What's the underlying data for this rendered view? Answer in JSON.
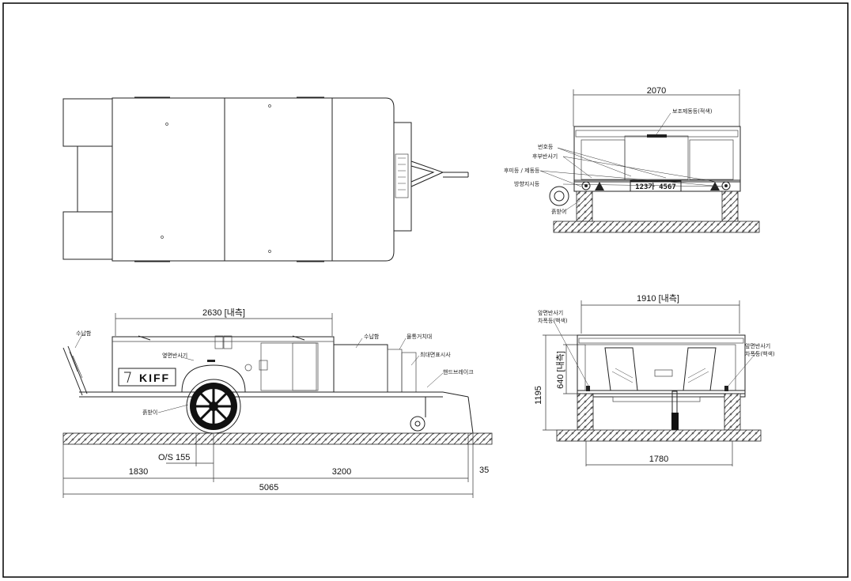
{
  "drawing": {
    "top_view": {},
    "rear_view": {
      "width_dim": "2070",
      "labels": {
        "aux_brake_light": "보조제동등(적색)",
        "plate_light": "번호등",
        "rear_reflector": "후부반사기",
        "tail_brake_light": "후미등 / 제동등",
        "turn_signal": "방향지시등",
        "mudguard": "흙받이"
      },
      "plate": "123가 4567"
    },
    "side_view": {
      "inner_length_dim": "2630 [내측]",
      "labels": {
        "storage_front": "수납함",
        "storage_rear": "수납함",
        "jerrycan_holder": "물통거치대",
        "side_reflector": "옆면반사기",
        "max_width_marker": "최대면표시사",
        "hand_brake": "핸드브레이크",
        "mudguard": "흙받이"
      },
      "brand": "KIFF",
      "dims": {
        "overhang": "O/S 155",
        "rear_length": "1830",
        "wheelbase_to_hitch": "3200",
        "hitch_offset": "35",
        "total_length": "5065"
      }
    },
    "front_view": {
      "inner_width_dim": "1910 [내측]",
      "height_dim": "1195",
      "inner_height_dim": "640 [내측]",
      "track_dim": "1780",
      "labels": {
        "front_reflector_left": "앞면반사기",
        "width_light_left": "차폭등(백색)",
        "front_reflector_right": "앞면반사기",
        "width_light_right": "차폭등(백색)"
      }
    }
  }
}
